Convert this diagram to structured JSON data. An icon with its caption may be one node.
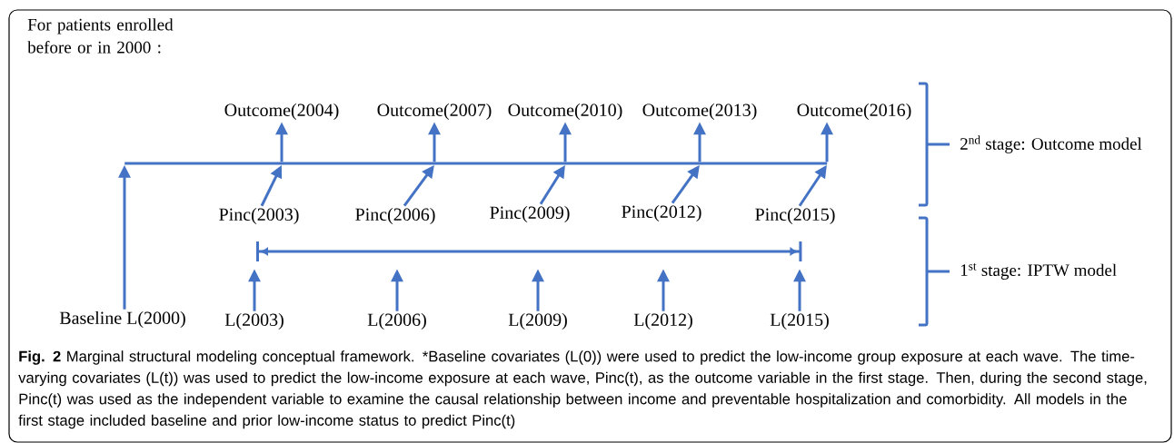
{
  "diagram": {
    "title": "For patients enrolled before or in 2000 :",
    "caption": "**Fig. 2** Marginal structural modeling conceptual framework. *Baseline covariates (L(0)) were used to predict the low-income group exposure at each wave. The time-varying covariates (L(t)) was used to predict the low-income exposure at each wave, Pinc(t), as the outcome variable in the first stage. Then, during the second stage, Pinc(t) was used as the independent variable to examine the causal relationship between income and preventable hospitalization and comorbidity. All models in the first stage included baseline and prior low-income status to predict Pinc(t)",
    "nodes": [
      {
        "text": [
          "Outcome(2004)"
        ]
      },
      {
        "text": [
          "Outcome(2007)"
        ]
      },
      {
        "text": [
          "Outcome(2010)"
        ]
      },
      {
        "text": [
          "Outcome(2013)"
        ]
      },
      {
        "text": [
          "Outcome(2016)"
        ]
      },
      {
        "text": [
          "Pinc(2003)"
        ]
      },
      {
        "text": [
          "Pinc(2006)"
        ]
      },
      {
        "text": [
          "Pinc(2009)"
        ]
      },
      {
        "text": [
          "Pinc(2012)"
        ]
      },
      {
        "text": [
          "Pinc(2015)"
        ]
      },
      {
        "text": [
          "Baseline L(2000)"
        ]
      },
      {
        "text": [
          "L(2003)"
        ]
      },
      {
        "text": [
          "L(2006)"
        ]
      },
      {
        "text": [
          "L(2009)"
        ]
      },
      {
        "text": [
          "L(2012)"
        ]
      },
      {
        "text": [
          "L(2015)"
        ]
      },
      {
        "text": [],
        "shape": "bar"
      },
      {
        "text": [],
        "shape": "bar"
      }
    ],
    "edges": [
      {
        "from": 10,
        "to": 16,
        "arrow": "to"
      },
      {
        "from": 5,
        "to": 16,
        "arrow": "to"
      },
      {
        "from": 6,
        "to": 16,
        "arrow": "to"
      },
      {
        "from": 7,
        "to": 16,
        "arrow": "to"
      },
      {
        "from": 8,
        "to": 16,
        "arrow": "to"
      },
      {
        "from": 9,
        "to": 16,
        "arrow": "to"
      },
      {
        "from": 16,
        "to": 0,
        "arrow": "to"
      },
      {
        "from": 16,
        "to": 1,
        "arrow": "to"
      },
      {
        "from": 16,
        "to": 2,
        "arrow": "to"
      },
      {
        "from": 16,
        "to": 3,
        "arrow": "to"
      },
      {
        "from": 16,
        "to": 4,
        "arrow": "to"
      },
      {
        "from": 11,
        "to": 17,
        "arrow": "to"
      },
      {
        "from": 12,
        "to": 17,
        "arrow": "to"
      },
      {
        "from": 13,
        "to": 17,
        "arrow": "to"
      },
      {
        "from": 14,
        "to": 17,
        "arrow": "to"
      },
      {
        "from": 15,
        "to": 17,
        "arrow": "to"
      }
    ],
    "labels": [
      "2$^{nd}$ stage: Outcome model",
      "1$^{st}$ stage: IPTW model"
    ]
  }
}
